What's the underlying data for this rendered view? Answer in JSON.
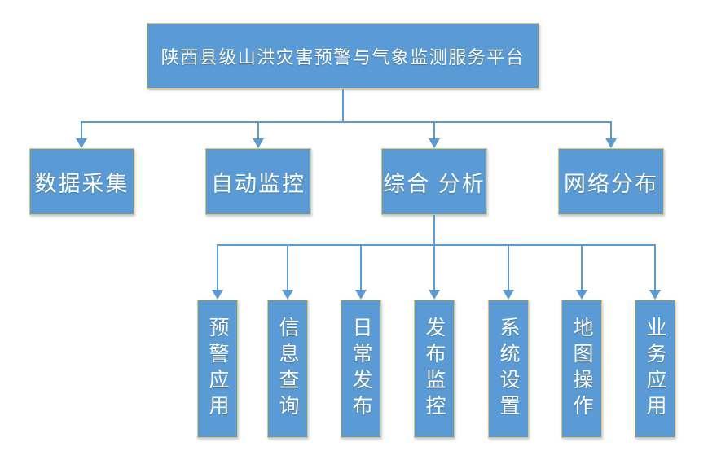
{
  "diagram": {
    "type": "org-chart",
    "title": "陕西县级山洪灾害预警与气象监测服务平台",
    "level2": [
      {
        "label": "数据采集"
      },
      {
        "label": "自动监控"
      },
      {
        "label": "综合 分析"
      },
      {
        "label": "网络分布"
      }
    ],
    "level3_parent": "综合 分析",
    "level3": [
      {
        "label": "预警应用"
      },
      {
        "label": "信息查询"
      },
      {
        "label": "日常发布"
      },
      {
        "label": "发布监控"
      },
      {
        "label": "系统设置"
      },
      {
        "label": "地图操作"
      },
      {
        "label": "业务应用"
      }
    ],
    "colors": {
      "node_fill": "#5B9BD5",
      "node_border": "#E8C468",
      "connector": "#5B9BD5",
      "text": "#FFFFFF",
      "background": "#FFFFFF"
    }
  }
}
